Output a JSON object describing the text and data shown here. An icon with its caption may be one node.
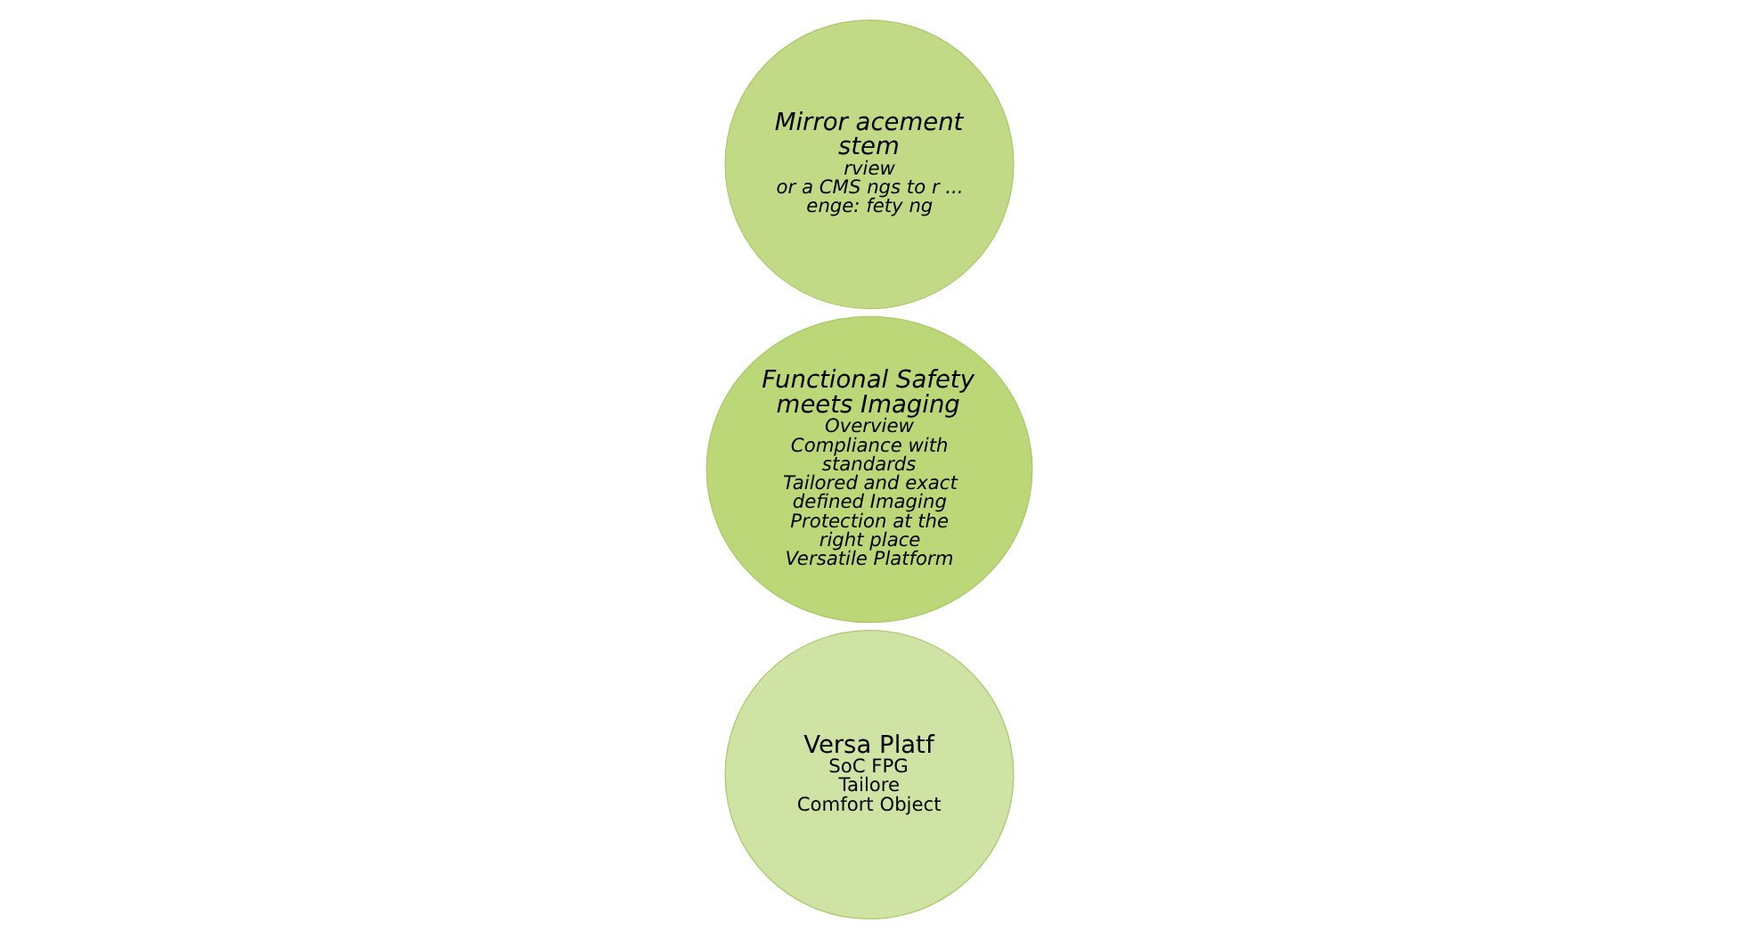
{
  "diagram": {
    "nodes": [
      {
        "text": [
          "Mirror acement stem",
          "rview",
          "or a CMS ngs to r ...",
          "enge: fety ng"
        ]
      },
      {
        "text": [
          "Functional Safety meets Imaging",
          "Overview",
          "Compliance with standards",
          "Tailored and exact defined Imaging",
          "Protection at the right place",
          "Versatile Platform"
        ]
      },
      {
        "text": [
          "Versa Platf",
          "SoC FPG",
          "Tailore",
          "Comfort Object"
        ]
      }
    ]
  }
}
